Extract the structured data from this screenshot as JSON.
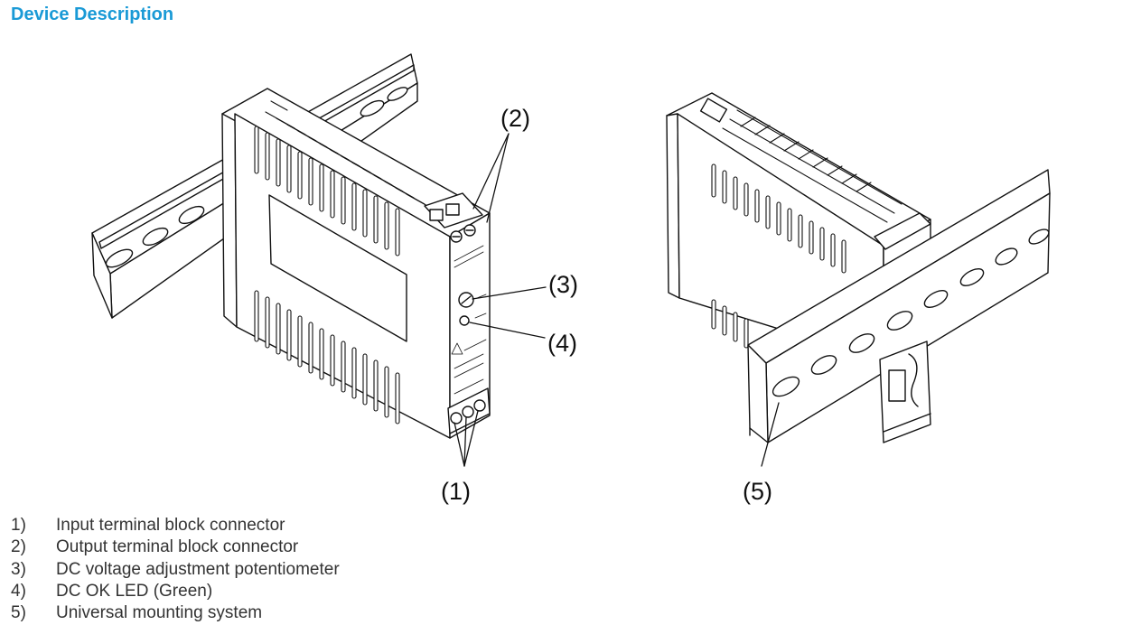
{
  "heading": "Device Description",
  "callouts": {
    "c1": "(1)",
    "c2": "(2)",
    "c3": "(3)",
    "c4": "(4)",
    "c5": "(5)"
  },
  "items": [
    {
      "num": "1)",
      "text": "Input terminal block connector"
    },
    {
      "num": "2)",
      "text": "Output terminal block connector"
    },
    {
      "num": "3)",
      "text": "DC voltage adjustment potentiometer"
    },
    {
      "num": "4)",
      "text": "DC OK LED (Green)"
    },
    {
      "num": "5)",
      "text": "Universal mounting system"
    }
  ]
}
